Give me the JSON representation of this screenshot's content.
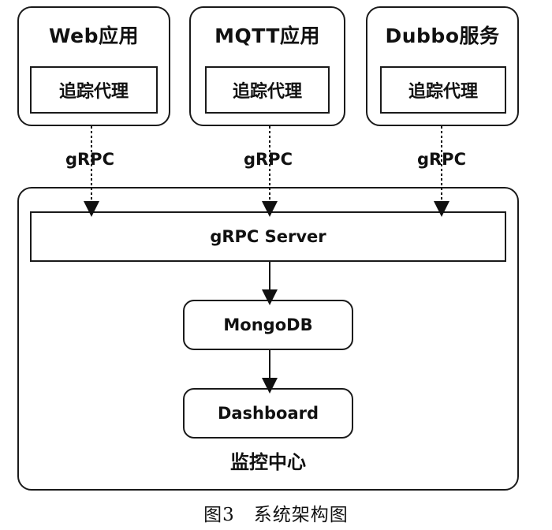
{
  "apps": [
    {
      "title": "Web应用",
      "agent": "追踪代理",
      "protocol": "gRPC"
    },
    {
      "title": "MQTT应用",
      "agent": "追踪代理",
      "protocol": "gRPC"
    },
    {
      "title": "Dubbo服务",
      "agent": "追踪代理",
      "protocol": "gRPC"
    }
  ],
  "center": {
    "server": "gRPC Server",
    "db": "MongoDB",
    "dashboard": "Dashboard",
    "label": "监控中心"
  },
  "caption": "图3　系统架构图"
}
